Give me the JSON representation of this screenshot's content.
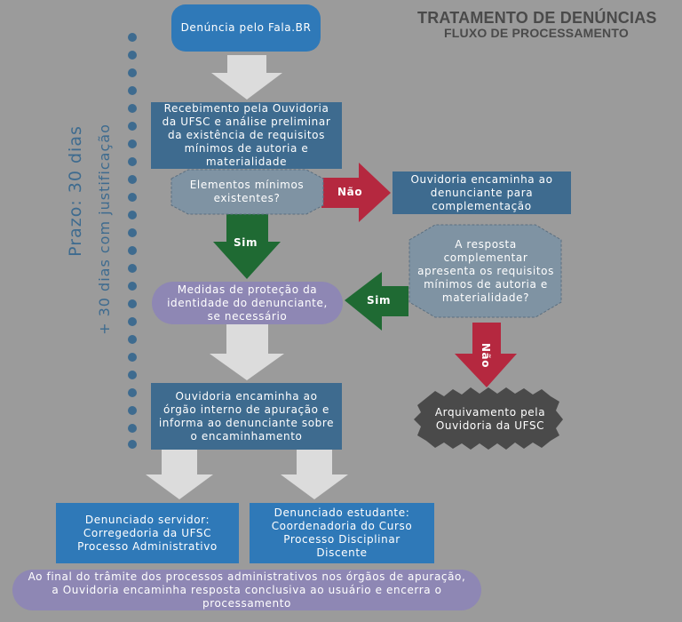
{
  "header": {
    "title": "TRATAMENTO DE DENÚNCIAS",
    "subtitle": "FLUXO DE PROCESSAMENTO"
  },
  "deadline": {
    "main": "Prazo: 30 dias",
    "extra": "+ 30 dias com justificação"
  },
  "nodes": {
    "start": "Denúncia pelo Fala.BR",
    "reception": "Recebimento pela Ouvidoria da UFSC e análise preliminar da existência de requisitos mínimos de autoria e materialidade",
    "decision1": "Elementos mínimos existentes?",
    "complement": "Ouvidoria encaminha ao denunciante para complementação",
    "decision2": "A resposta complementar apresenta os requisitos mínimos de autoria e materialidade?",
    "protection": "Medidas de proteção da identidade do denunciante, se necessário",
    "archive": "Arquivamento pela Ouvidoria da UFSC",
    "forward": "Ouvidoria encaminha ao órgão interno de apuração e informa ao denunciante sobre o encaminhamento",
    "server": "Denunciado servidor: Corregedoria da UFSC Processo Administrativo",
    "student": "Denunciado estudante: Coordenadoria do Curso Processo Disciplinar Discente",
    "final": "Ao final do trâmite dos processos administrativos nos órgãos de apuração, a Ouvidoria encaminha resposta conclusiva ao usuário e encerra o processamento"
  },
  "arrows": {
    "no1": "Não",
    "yes1": "Sim",
    "yes2": "Sim",
    "no2": "Não"
  },
  "colors": {
    "background": "#9b9b9b",
    "dark_box": "#3e6b8f",
    "blue_box": "#2f79b8",
    "pill": "#8e87b4",
    "decision": "#7f93a3",
    "no_arrow": "#b5283f",
    "yes_arrow": "#1f6a33",
    "flow_arrow": "#dcdcdc",
    "archive": "#4a4a4a"
  }
}
